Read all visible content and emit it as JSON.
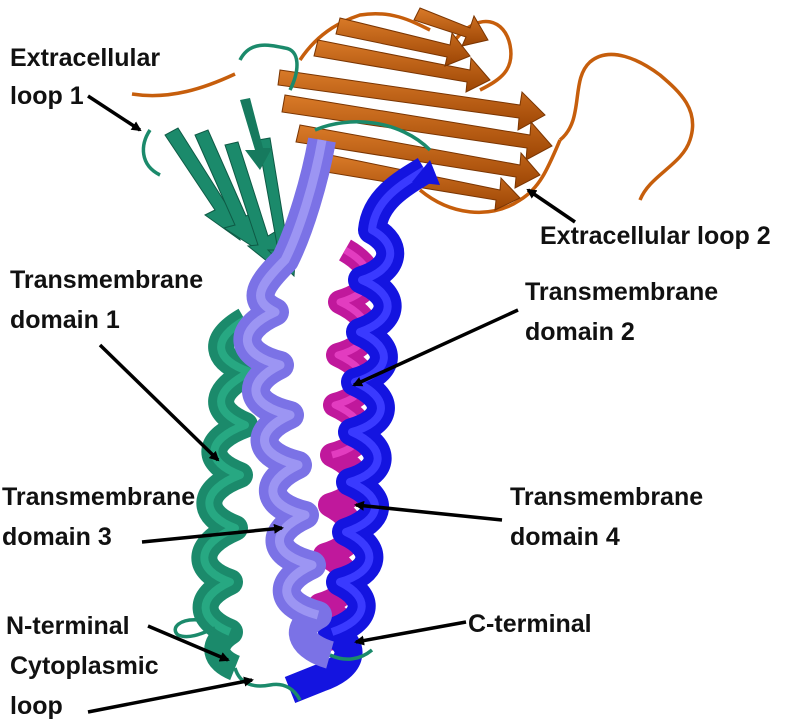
{
  "labels": {
    "extracellular_loop_1": [
      "Extracellular",
      "loop 1"
    ],
    "extracellular_loop_2": "Extracellular loop 2",
    "transmembrane_domain_1": [
      "Transmembrane",
      "domain 1"
    ],
    "transmembrane_domain_2": [
      "Transmembrane",
      "domain 2"
    ],
    "transmembrane_domain_3": [
      "Transmembrane",
      "domain 3"
    ],
    "transmembrane_domain_4": [
      "Transmembrane",
      "domain 4"
    ],
    "n_terminal": "N-terminal",
    "cytoplasmic_loop": [
      "Cytoplasmic",
      "loop"
    ],
    "c_terminal": "C-terminal"
  },
  "colors": {
    "tm1_helix": "#1b8a6b",
    "tm2_helix": "#c0189c",
    "tm3_helix": "#7b72e6",
    "tm4_helix": "#1414e0",
    "ecl2_domain": "#c65e0c",
    "arrow": "#000000",
    "text": "#111111",
    "background": "#ffffff"
  }
}
